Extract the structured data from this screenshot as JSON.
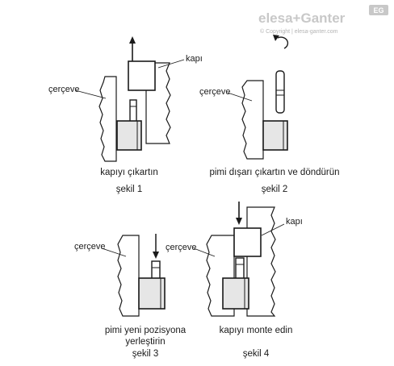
{
  "brand": {
    "logo_text": "elesa+Ganter",
    "badge": "EG",
    "copyright": "© Copyright | elesa-ganter.com"
  },
  "figures": [
    {
      "id": "fig1",
      "caption": "kapıyı çıkartın",
      "step": "şekil 1",
      "labels": {
        "frame": "çerçeve",
        "door": "kapı"
      }
    },
    {
      "id": "fig2",
      "caption": "pimi dışarı çıkartın ve döndürün",
      "step": "şekil 2",
      "labels": {
        "frame": "çerçeve"
      }
    },
    {
      "id": "fig3",
      "caption_line1": "pimi yeni pozisyona",
      "caption_line2": "yerleştirin",
      "step": "şekil 3",
      "labels": {
        "frame": "çerçeve"
      }
    },
    {
      "id": "fig4",
      "caption": "kapıyı monte edin",
      "step": "şekil 4",
      "labels": {
        "frame": "çerçeve",
        "door": "kapı"
      }
    }
  ],
  "colors": {
    "ink": "#1a1a1a",
    "block_fill": "#e6e6e6",
    "brand_gray": "#c8c8c8"
  }
}
